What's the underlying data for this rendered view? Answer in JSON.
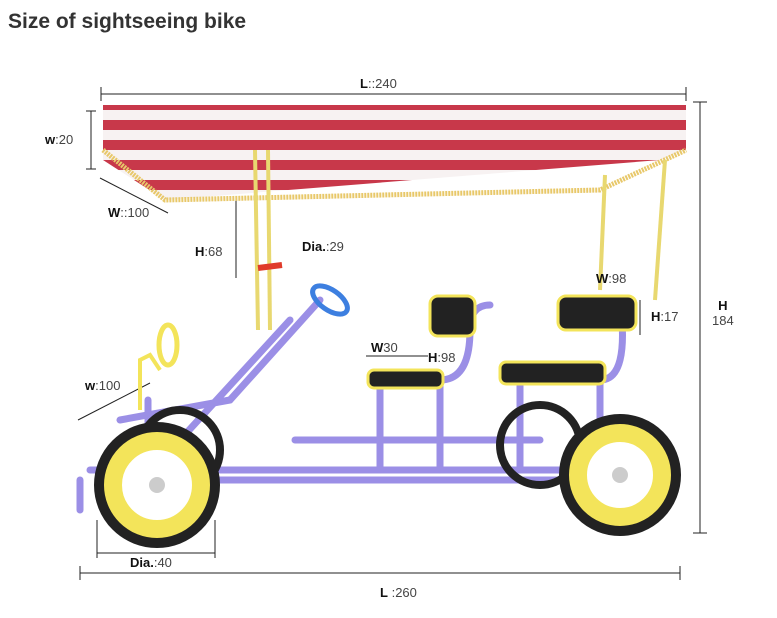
{
  "title": "Size of sightseeing bike",
  "dimensions": {
    "canopy_length": {
      "key": "L",
      "value": "::240"
    },
    "canopy_height": {
      "key": "w",
      "value": ":20"
    },
    "canopy_width": {
      "key": "W",
      "value": "::100"
    },
    "pole_height": {
      "key": "H",
      "value": ":68"
    },
    "steering_wheel_dia": {
      "key": "Dia.",
      "value": ":29"
    },
    "rear_seat_width": {
      "key": "W",
      "value": ":98"
    },
    "backrest_height": {
      "key": "H",
      "value": ":17"
    },
    "total_height": {
      "key": "H",
      "value": "184"
    },
    "front_seat_width": {
      "key": "W",
      "value": "30"
    },
    "front_seat_height": {
      "key": "H",
      "value": ":98"
    },
    "body_width": {
      "key": "w",
      "value": ":100"
    },
    "wheel_dia": {
      "key": "Dia.",
      "value": ":40"
    },
    "total_length": {
      "key": "L",
      "value": ":260"
    }
  },
  "colors": {
    "frame": "#9b8fe6",
    "canopy_red": "#c8384a",
    "wheel": "#f3e45a",
    "seat": "#222222"
  }
}
